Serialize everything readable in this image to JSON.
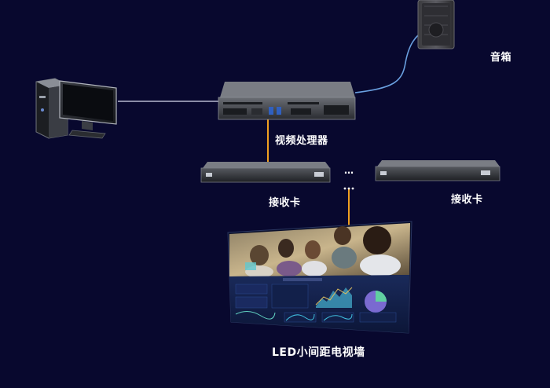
{
  "labels": {
    "speaker": "音箱",
    "processor": "视频处理器",
    "receiver_left": "接收卡",
    "receiver_right": "接收卡",
    "ellipsis": "…",
    "led_wall": "LED小间距电视墙"
  },
  "colors": {
    "background": "#08082e",
    "cable_white": "#d8dcf0",
    "cable_blue": "#6aa0e0",
    "cable_orange": "#f0a020",
    "text": "#ffffff"
  }
}
